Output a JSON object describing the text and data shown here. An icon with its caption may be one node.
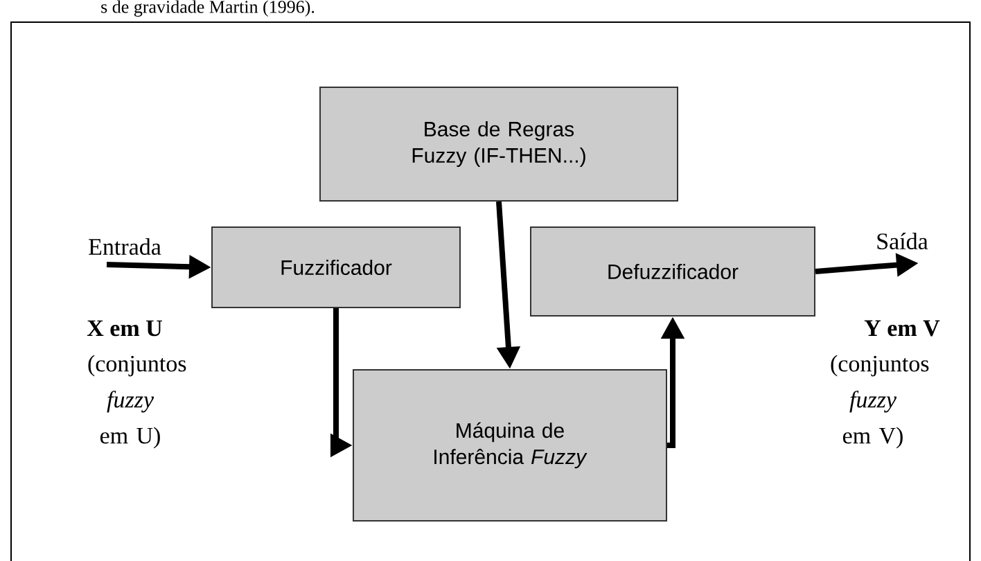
{
  "diagram": {
    "nodes": [
      {
        "text": [
          "Base de Regras Fuzzy (IF-THEN...)"
        ]
      },
      {
        "text": [
          "Fuzzificador"
        ]
      },
      {
        "text": [
          "Máquina de Inferência *Fuzzy*"
        ]
      },
      {
        "text": [
          "Defuzzificador"
        ]
      }
    ],
    "edges": [
      {
        "from": null,
        "to": 1,
        "arrow": "to",
        "label": "Entrada"
      },
      {
        "from": 1,
        "to": 2,
        "arrow": "to"
      },
      {
        "from": 0,
        "to": 2,
        "arrow": "to"
      },
      {
        "from": 2,
        "to": 3,
        "arrow": "to"
      },
      {
        "from": 3,
        "to": null,
        "arrow": "to",
        "label": "Saída"
      }
    ],
    "labels": [
      "s de gravidade Martin (1996).",
      "X em U",
      "(conjuntos *fuzzy* em U)",
      "Y em V",
      "(conjuntos *fuzzy* em V)"
    ]
  }
}
